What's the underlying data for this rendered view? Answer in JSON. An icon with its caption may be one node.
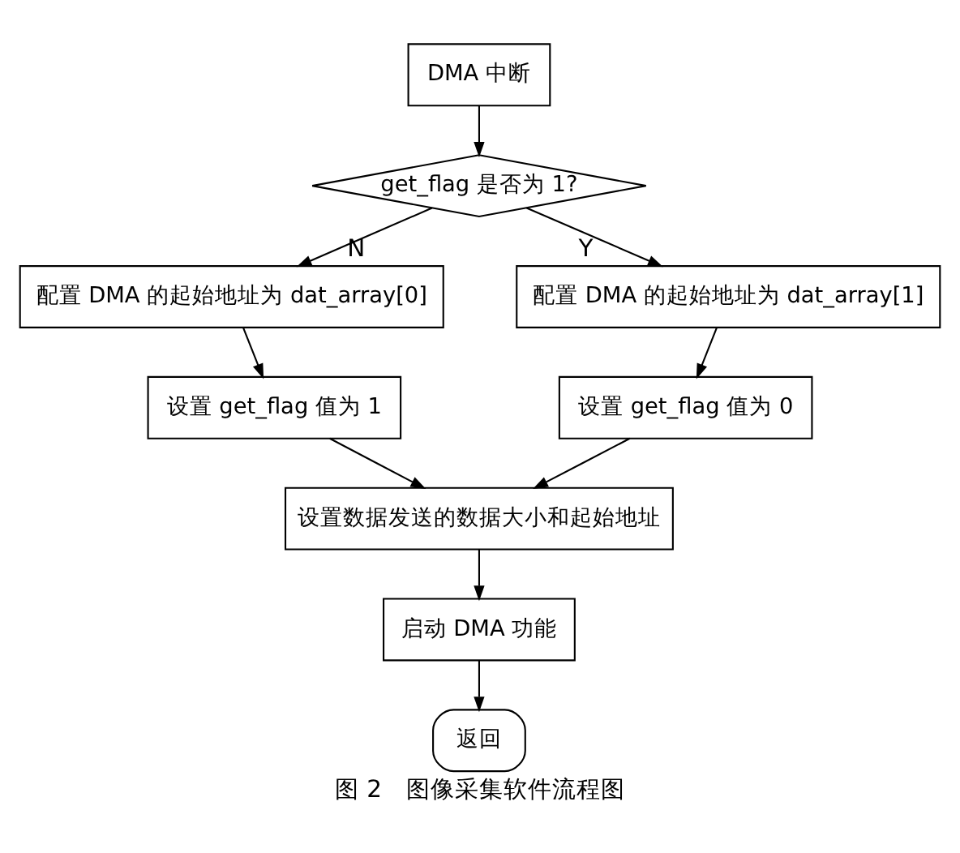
{
  "diagram": {
    "caption": "图 2　图像采集软件流程图",
    "nodes": [
      {
        "text": [
          "DMA 中断"
        ]
      },
      {
        "text": [
          "get_flag 是否为 1?"
        ]
      },
      {
        "text": [
          "配置 DMA 的起始地址为 dat_array[0]"
        ]
      },
      {
        "text": [
          "配置 DMA 的起始地址为 dat_array[1]"
        ]
      },
      {
        "text": [
          "设置 get_flag 值为 1"
        ]
      },
      {
        "text": [
          "设置 get_flag 值为 0"
        ]
      },
      {
        "text": [
          "设置数据发送的数据大小和起始地址"
        ]
      },
      {
        "text": [
          "启动 DMA 功能"
        ]
      },
      {
        "text": [
          "返回"
        ]
      }
    ],
    "edges": [
      {
        "from": 0,
        "to": 1,
        "arrow": "to"
      },
      {
        "from": 1,
        "to": 2,
        "arrow": "to",
        "label": "N"
      },
      {
        "from": 1,
        "to": 3,
        "arrow": "to",
        "label": "Y"
      },
      {
        "from": 2,
        "to": 4,
        "arrow": "to"
      },
      {
        "from": 3,
        "to": 5,
        "arrow": "to"
      },
      {
        "from": 4,
        "to": 6,
        "arrow": "to"
      },
      {
        "from": 5,
        "to": 6,
        "arrow": "to"
      },
      {
        "from": 6,
        "to": 7,
        "arrow": "to"
      },
      {
        "from": 7,
        "to": 8,
        "arrow": "to"
      }
    ]
  }
}
